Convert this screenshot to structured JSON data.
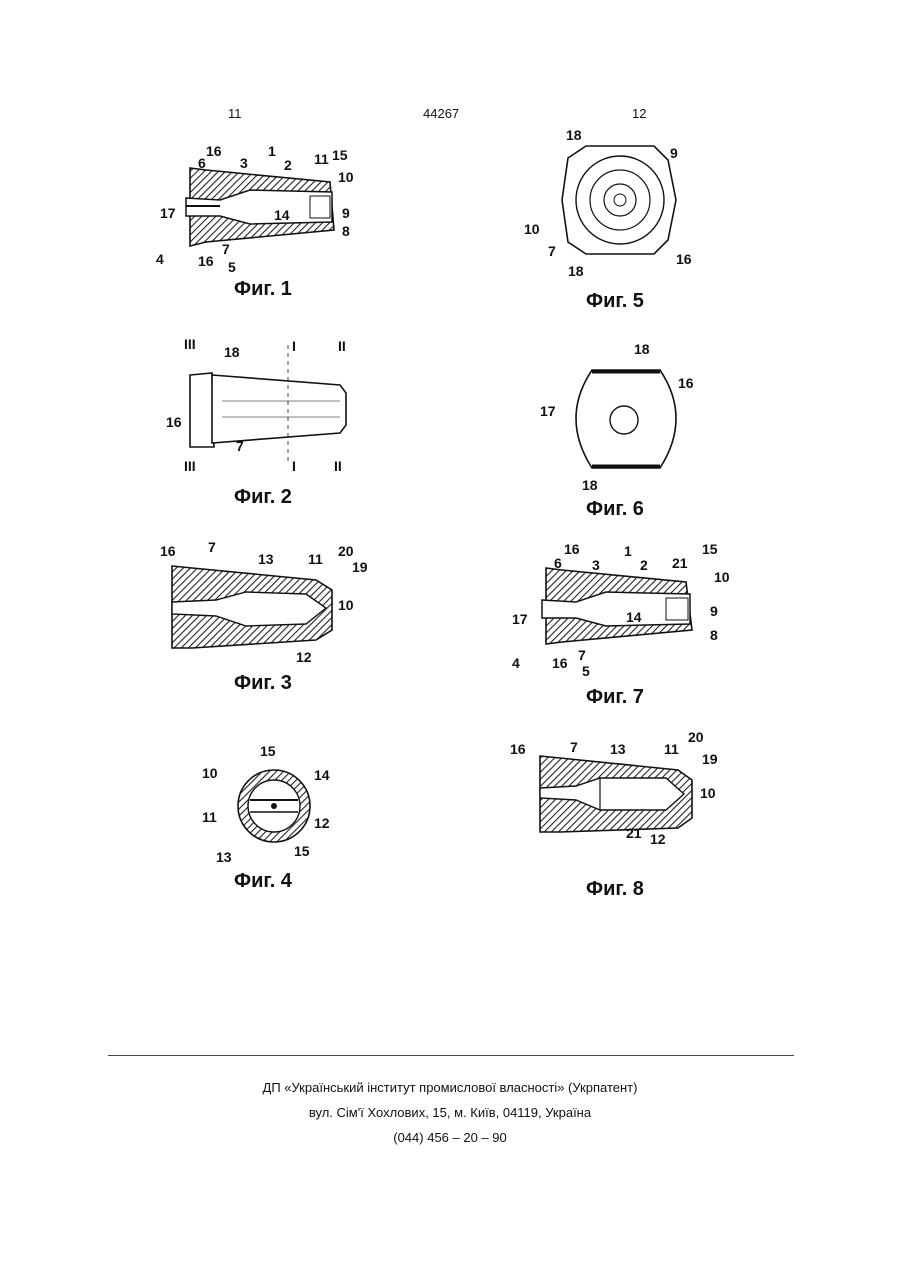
{
  "header": {
    "page_left": "11",
    "patent_number": "44267",
    "page_right": "12"
  },
  "figures": {
    "fig1": {
      "caption": "Фиг. 1",
      "labels": [
        "16",
        "6",
        "3",
        "1",
        "2",
        "11",
        "15",
        "10",
        "9",
        "8",
        "14",
        "17",
        "7",
        "4",
        "16",
        "5"
      ]
    },
    "fig2": {
      "caption": "Фиг. 2",
      "labels": [
        "III",
        "18",
        "I",
        "II",
        "16",
        "7",
        "III",
        "I",
        "II"
      ]
    },
    "fig3": {
      "caption": "Фиг. 3",
      "labels": [
        "16",
        "7",
        "13",
        "11",
        "20",
        "19",
        "10",
        "12"
      ]
    },
    "fig4": {
      "caption": "Фиг. 4",
      "labels": [
        "15",
        "10",
        "14",
        "11",
        "12",
        "13",
        "15"
      ]
    },
    "fig5": {
      "caption": "Фиг. 5",
      "labels": [
        "18",
        "9",
        "10",
        "7",
        "18",
        "16"
      ]
    },
    "fig6": {
      "caption": "Фиг. 6",
      "labels": [
        "18",
        "16",
        "17",
        "18"
      ]
    },
    "fig7": {
      "caption": "Фиг. 7",
      "labels": [
        "16",
        "6",
        "3",
        "1",
        "2",
        "21",
        "15",
        "10",
        "9",
        "8",
        "14",
        "17",
        "7",
        "4",
        "16",
        "5"
      ]
    },
    "fig8": {
      "caption": "Фиг. 8",
      "labels": [
        "16",
        "7",
        "13",
        "11",
        "20",
        "19",
        "10",
        "21",
        "12"
      ]
    }
  },
  "footer": {
    "line1": "ДП «Український інститут промислової власності» (Укрпатент)",
    "line2": "вул. Сім'ї Хохлових, 15, м. Київ, 04119, Україна",
    "line3": "(044) 456 – 20 – 90"
  }
}
